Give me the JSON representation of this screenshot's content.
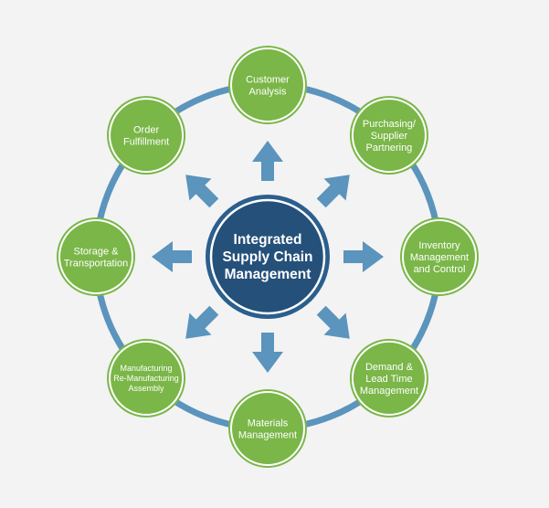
{
  "diagram": {
    "center": {
      "lines": [
        "Integrated",
        "Supply Chain",
        "Management"
      ]
    },
    "nodes": [
      {
        "id": "customer-analysis",
        "lines": [
          "Customer",
          "Analysis"
        ]
      },
      {
        "id": "purchasing-supplier-partnering",
        "lines": [
          "Purchasing/",
          "Supplier",
          "Partnering"
        ]
      },
      {
        "id": "inventory-management-and-control",
        "lines": [
          "Inventory",
          "Management",
          "and Control"
        ]
      },
      {
        "id": "demand-lead-time-management",
        "lines": [
          "Demand &",
          "Lead Time",
          "Management"
        ]
      },
      {
        "id": "materials-management",
        "lines": [
          "Materials",
          "Management"
        ]
      },
      {
        "id": "manufacturing-remanufacturing-assembly",
        "lines": [
          "Manufacturing",
          "Re-Manufacturing",
          "Assembly"
        ]
      },
      {
        "id": "storage-transportation",
        "lines": [
          "Storage &",
          "Transportation"
        ]
      },
      {
        "id": "order-fulfillment",
        "lines": [
          "Order",
          "Fulfillment"
        ]
      }
    ],
    "colors": {
      "node_fill": "#7ab648",
      "node_ring": "#ffffff",
      "node_text": "#ffffff",
      "center_fill": "#25507a",
      "center_ring": "#2b5f8d",
      "center_text": "#ffffff",
      "orbit": "#5b94bc",
      "arrow": "#5b94bc",
      "background": "#f3f3f3"
    }
  }
}
